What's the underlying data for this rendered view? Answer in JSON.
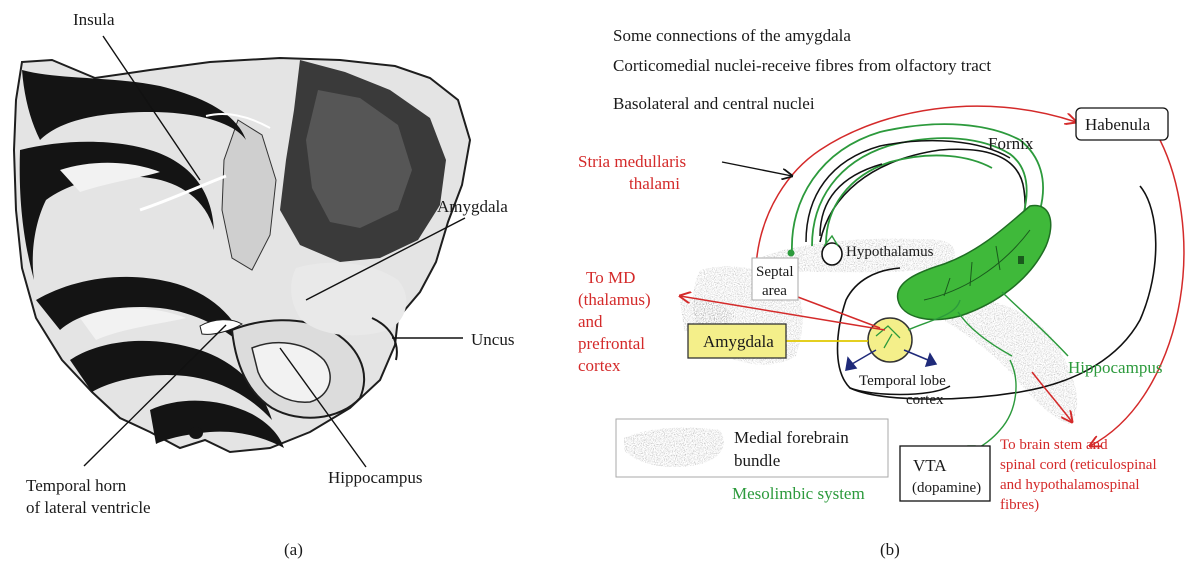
{
  "panel_a": {
    "caption": "(a)",
    "labels": {
      "insula": "Insula",
      "amygdala": "Amygdala",
      "uncus": "Uncus",
      "hippocampus": "Hippocampus",
      "temporal_horn_1": "Temporal horn",
      "temporal_horn_2": "of lateral ventricle"
    }
  },
  "panel_b": {
    "caption": "(b)",
    "header": {
      "line1": "Some connections of the amygdala",
      "line2": "Corticomedial nuclei-receive fibres from olfactory tract",
      "line3": "Basolateral and central nuclei"
    },
    "labels": {
      "habenula": "Habenula",
      "fornix": "Fornix",
      "stria_1": "Stria medullaris",
      "stria_2": "thalami",
      "hypothalamus": "Hypothalamus",
      "septal_1": "Septal",
      "septal_2": "area",
      "md_1": "To MD",
      "md_2": "(thalamus)",
      "md_3": "and",
      "md_4": "prefrontal",
      "md_5": "cortex",
      "amygdala_box": "Amygdala",
      "temporal_1": "Temporal lobe",
      "temporal_2": "cortex",
      "hippocampus": "Hippocampus",
      "mfb_1": "Medial forebrain",
      "mfb_2": "bundle",
      "vta_1": "VTA",
      "vta_2": "(dopamine)",
      "mesolimbic": "Mesolimbic system",
      "brainstem_1": "To brain stem and",
      "brainstem_2": "spinal cord (reticulospinal",
      "brainstem_3": "and hypothalamospinal",
      "brainstem_4": "fibres)"
    },
    "colors": {
      "red": "#d42a2a",
      "green": "#2c9a3c",
      "hippocampus_fill": "#3fb93a",
      "amygdala_fill": "#f4ef8a",
      "stipple": "#9a9a9a",
      "blue": "#1f2a7a"
    }
  }
}
